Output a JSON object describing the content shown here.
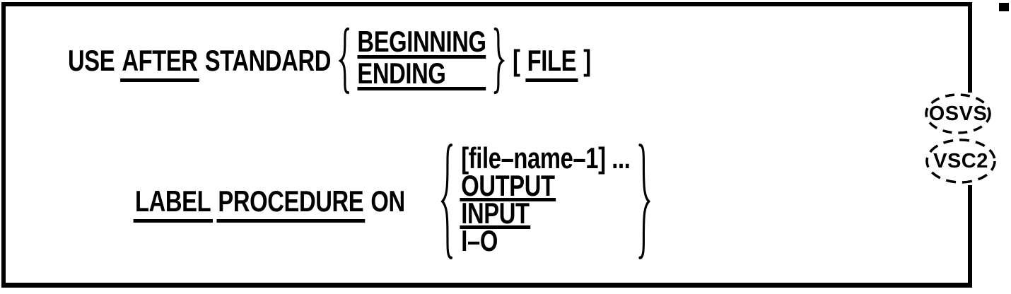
{
  "figure": {
    "line1": {
      "use": "USE",
      "after": "AFTER",
      "standard": "STANDARD",
      "choices": [
        "BEGINNING",
        "ENDING"
      ],
      "optional_open": "[",
      "file": "FILE",
      "optional_close": "]"
    },
    "line2": {
      "label": "LABEL",
      "procedure": "PROCEDURE",
      "on": "ON",
      "choices": [
        "[file–name–1] ...",
        "OUTPUT",
        "INPUT",
        "I–O"
      ]
    },
    "dialect_badges": [
      {
        "label": "OSVS"
      },
      {
        "label": "VSC2"
      }
    ]
  },
  "colors": {
    "ink": "#000000",
    "paper": "#ffffff"
  }
}
